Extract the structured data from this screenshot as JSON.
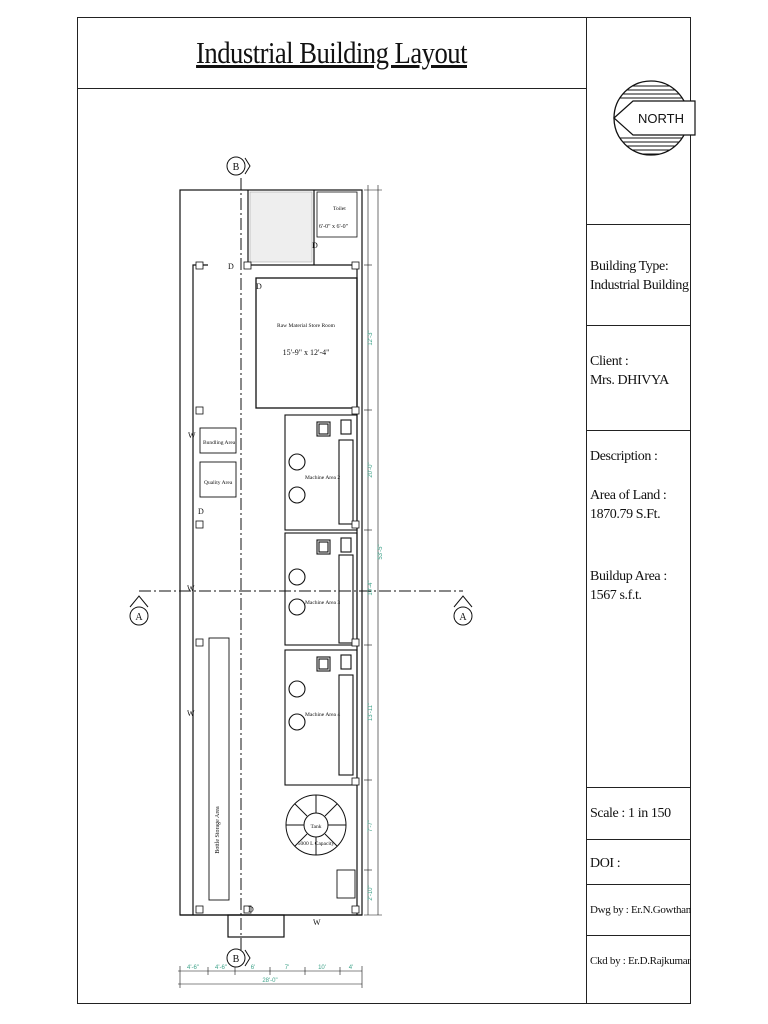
{
  "title": "Industrial Building Layout",
  "north_label": "NORTH",
  "info": {
    "building_type_label": "Building Type:",
    "building_type_value": "Industrial Building",
    "client_label": "Client :",
    "client_value": "Mrs. DHIVYA",
    "description_label": "Description   :",
    "area_land_label": "Area of Land :",
    "area_land_value": "1870.79 S.Ft.",
    "buildup_label": "Buildup Area :",
    "buildup_value": "1567 s.f.t.",
    "scale": "Scale    :  1 in 150",
    "doi": "DOI     :",
    "drawn_by": "Dwg by : Er.N.Gowtham",
    "checked_by": "Ckd by : Er.D.Rajkumar"
  },
  "plan": {
    "section_a": "A",
    "section_b": "B",
    "door": "D",
    "window": "W",
    "rooms": {
      "toilet": "Toilet",
      "toilet_size": "6'-0\" x 6'-0\"",
      "raw_material_store": "Raw Material Store Room",
      "raw_material_size": "15'-9\" x 12'-4\"",
      "bundling_area": "Bundling Area",
      "quality_area": "Quality Area",
      "machine_area_2": "Machine Area 2",
      "machine_area_3": "Machine Area 3",
      "machine_area_4": "Machine Area 4",
      "bottle_storage": "Bottle Storage Area",
      "tank_label": "Tank",
      "tank_capacity": "5000 L Capacity"
    },
    "dims_right": [
      "12'-3\"",
      "20'-0\"",
      "10'-4\"",
      "13'-11\"",
      "7'-7\"",
      "2'-10\""
    ],
    "dim_overall": "53'-5\"",
    "dims_bottom": [
      "4'-6\"",
      "4'-6\"",
      "6'",
      "7'",
      "10'",
      "4'"
    ],
    "dim_width": "28'-0\""
  }
}
